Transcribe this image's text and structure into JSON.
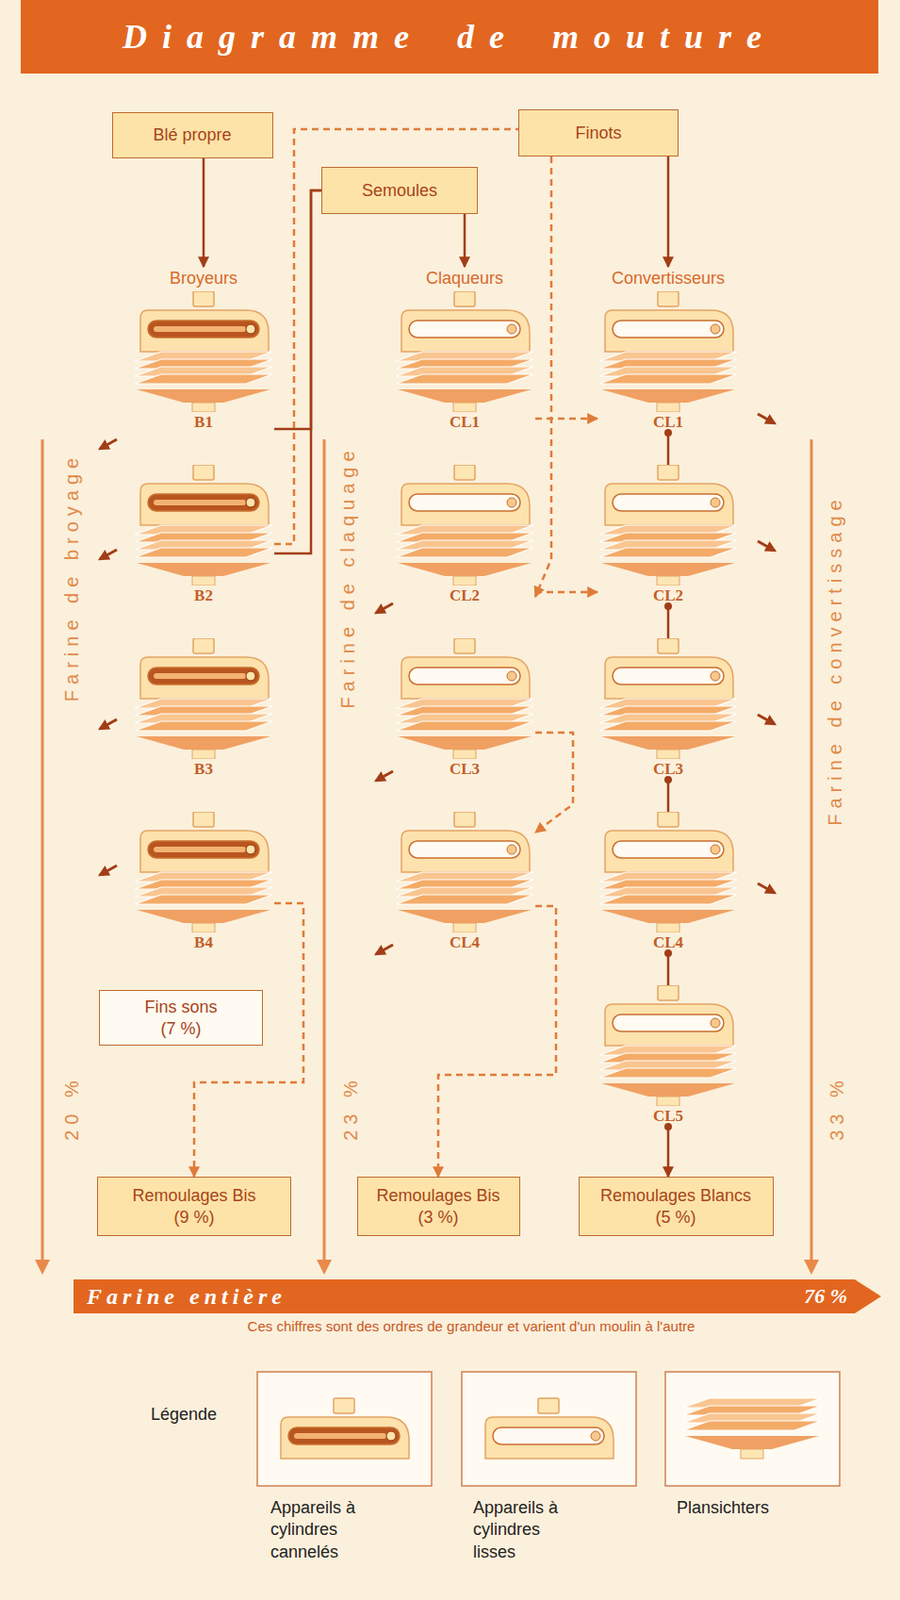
{
  "diagram": {
    "title": "Diagramme de mouture",
    "caption": "Ces chiffres sont des ordres de grandeur et varient d'un moulin à l'autre",
    "nodes": [
      {
        "text": [
          "Blé propre"
        ]
      },
      {
        "text": [
          "Finots"
        ]
      },
      {
        "text": [
          "Semoules"
        ]
      },
      {
        "text": [
          "Broyeurs",
          "B1"
        ]
      },
      {
        "text": [
          "B2"
        ]
      },
      {
        "text": [
          "B3"
        ]
      },
      {
        "text": [
          "B4"
        ]
      },
      {
        "text": [
          "Claqueurs",
          "CL1"
        ]
      },
      {
        "text": [
          "CL2"
        ]
      },
      {
        "text": [
          "CL3"
        ]
      },
      {
        "text": [
          "CL4"
        ]
      },
      {
        "text": [
          "Convertisseurs",
          "CL1"
        ]
      },
      {
        "text": [
          "CL2"
        ]
      },
      {
        "text": [
          "CL3"
        ]
      },
      {
        "text": [
          "CL4"
        ]
      },
      {
        "text": [
          "CL5"
        ]
      },
      {
        "text": [
          "Fins sons (7 %)"
        ]
      },
      {
        "text": [
          "Remoulages Bis (9 %)"
        ]
      },
      {
        "text": [
          "Remoulages Bis (3 %)"
        ]
      },
      {
        "text": [
          "Remoulages Blancs (5 %)"
        ]
      },
      {
        "text": [
          "Farine entière",
          "76 %"
        ]
      }
    ],
    "edges": [
      {
        "from": 0,
        "to": 3,
        "arrow": "to"
      },
      {
        "from": 3,
        "to": 2,
        "arrow": "none"
      },
      {
        "from": 4,
        "to": 2,
        "arrow": "none"
      },
      {
        "from": 4,
        "to": 1,
        "arrow": "none"
      },
      {
        "from": 2,
        "to": 7,
        "arrow": "to"
      },
      {
        "from": 1,
        "to": 11,
        "arrow": "to"
      },
      {
        "from": 7,
        "to": 11,
        "arrow": "to"
      },
      {
        "from": 1,
        "to": 8,
        "arrow": "to"
      },
      {
        "from": 8,
        "to": 12,
        "arrow": "to"
      },
      {
        "from": 9,
        "to": 10,
        "arrow": "to"
      },
      {
        "from": 10,
        "to": 18,
        "arrow": "to"
      },
      {
        "from": 11,
        "to": 12,
        "arrow": "none"
      },
      {
        "from": 12,
        "to": 13,
        "arrow": "none"
      },
      {
        "from": 13,
        "to": 14,
        "arrow": "none"
      },
      {
        "from": 14,
        "to": 15,
        "arrow": "none"
      },
      {
        "from": 15,
        "to": 19,
        "arrow": "to"
      },
      {
        "from": 6,
        "to": 17,
        "arrow": "to"
      }
    ],
    "labels": [
      "Farine de broyage",
      "Farine de claquage",
      "Farine de convertissage",
      "20 %",
      "23 %",
      "33 %",
      "Légende"
    ],
    "legend": [
      {
        "text": "Appareils à cylindres cannelés"
      },
      {
        "text": "Appareils à cylindres lisses"
      },
      {
        "text": "Plansichters"
      }
    ]
  }
}
